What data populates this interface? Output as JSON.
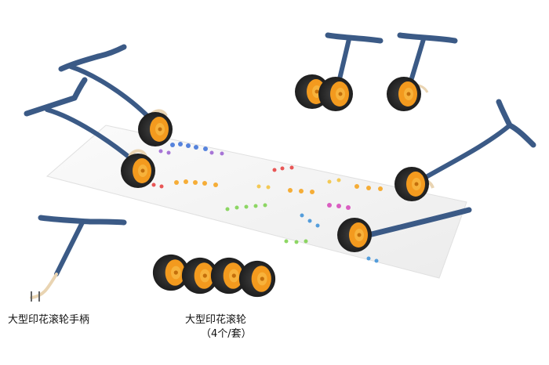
{
  "captions": {
    "handle": "大型印花滚轮手柄",
    "wheels": "大型印花滚轮",
    "wheels_count": "（4个/套）"
  },
  "colors": {
    "handle_navy": "#3b5a86",
    "handle_dark": "#2c4568",
    "wheel_black": "#2a2a2a",
    "wheel_orange": "#f39a1e",
    "wheel_hub": "#f7b23b",
    "fork_beige": "#e9d4b2",
    "paper": "#f6f6f6"
  },
  "icons": {
    "handle": "roller-handle-icon",
    "wheel": "stamp-wheel-icon"
  }
}
